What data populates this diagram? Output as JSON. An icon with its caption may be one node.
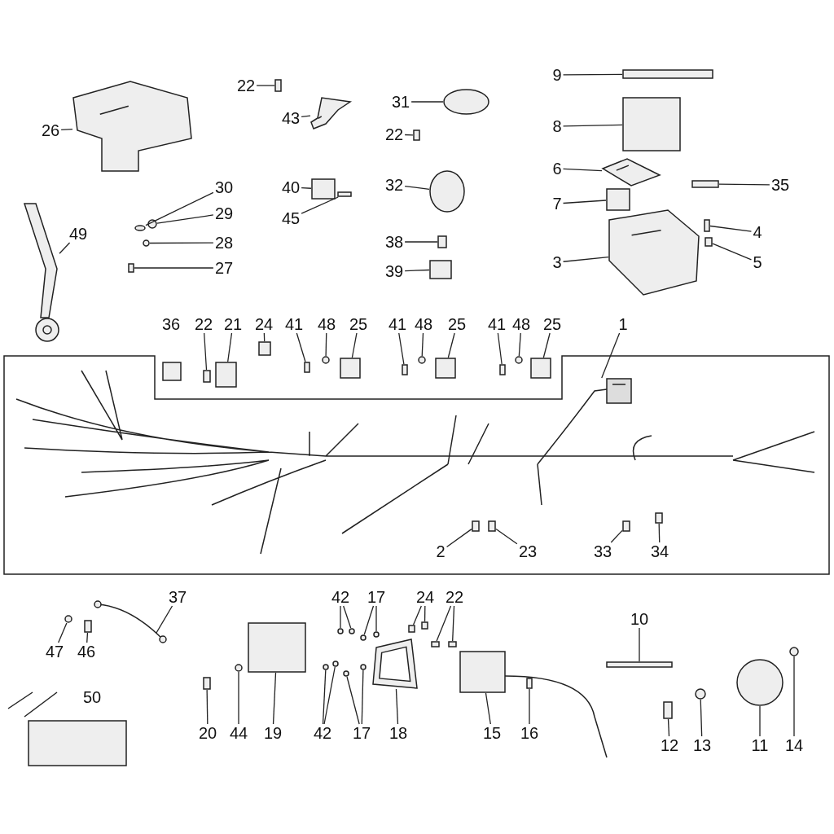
{
  "diagram": {
    "nodes": [
      {
        "text": [
          "22"
        ]
      },
      {
        "text": [
          "43"
        ]
      },
      {
        "text": [
          "31"
        ]
      },
      {
        "text": [
          "22"
        ]
      },
      {
        "text": [
          "40"
        ]
      },
      {
        "text": [
          "45"
        ]
      },
      {
        "text": [
          "32"
        ]
      },
      {
        "text": [
          "38"
        ]
      },
      {
        "text": [
          "39"
        ]
      },
      {
        "text": [
          "9"
        ]
      },
      {
        "text": [
          "8"
        ]
      },
      {
        "text": [
          "6"
        ]
      },
      {
        "text": [
          "7"
        ]
      },
      {
        "text": [
          "35"
        ]
      },
      {
        "text": [
          "4"
        ]
      },
      {
        "text": [
          "5"
        ]
      },
      {
        "text": [
          "3"
        ]
      },
      {
        "text": [
          "26"
        ]
      },
      {
        "text": [
          "30"
        ]
      },
      {
        "text": [
          "29"
        ]
      },
      {
        "text": [
          "28"
        ]
      },
      {
        "text": [
          "27"
        ]
      },
      {
        "text": [
          "49"
        ]
      },
      {
        "text": [
          "22"
        ]
      },
      {
        "text": [
          "21"
        ]
      },
      {
        "text": [
          "24"
        ]
      },
      {
        "text": [
          "41"
        ]
      },
      {
        "text": [
          "48"
        ]
      },
      {
        "text": [
          "25"
        ]
      },
      {
        "text": [
          "41"
        ]
      },
      {
        "text": [
          "48"
        ]
      },
      {
        "text": [
          "25"
        ]
      },
      {
        "text": [
          "41"
        ]
      },
      {
        "text": [
          "48"
        ]
      },
      {
        "text": [
          "25"
        ]
      },
      {
        "text": [
          "1"
        ]
      },
      {
        "text": [
          "2"
        ]
      },
      {
        "text": [
          "23"
        ]
      },
      {
        "text": [
          "33"
        ]
      },
      {
        "text": [
          "34"
        ]
      },
      {
        "text": [
          "37"
        ]
      },
      {
        "text": [
          "47"
        ]
      },
      {
        "text": [
          "46"
        ]
      },
      {
        "text": [
          "42"
        ]
      },
      {
        "text": [
          "17"
        ]
      },
      {
        "text": [
          "24"
        ]
      },
      {
        "text": [
          "22"
        ]
      },
      {
        "text": [
          "10"
        ]
      },
      {
        "text": [
          "20"
        ]
      },
      {
        "text": [
          "44"
        ]
      },
      {
        "text": [
          "19"
        ]
      },
      {
        "text": [
          "42"
        ]
      },
      {
        "text": [
          "17"
        ]
      },
      {
        "text": [
          "18"
        ]
      },
      {
        "text": [
          "15"
        ]
      },
      {
        "text": [
          "16"
        ]
      },
      {
        "text": [
          "12"
        ]
      },
      {
        "text": [
          "13"
        ]
      },
      {
        "text": [
          "11"
        ]
      },
      {
        "text": [
          "14"
        ]
      },
      {
        "text": [
          "36"
        ]
      },
      {
        "text": [
          "50"
        ]
      },
      {
        "text": [],
        "shape": "box"
      },
      {
        "text": [],
        "shape": "picture"
      },
      {
        "text": [],
        "shape": "circle"
      },
      {
        "text": [],
        "shape": "box"
      },
      {
        "text": [],
        "shape": "box"
      },
      {
        "text": [],
        "shape": "box"
      },
      {
        "text": [],
        "shape": "circle"
      },
      {
        "text": [],
        "shape": "box"
      },
      {
        "text": [],
        "shape": "box"
      },
      {
        "text": [],
        "shape": "box"
      },
      {
        "text": [],
        "shape": "box"
      },
      {
        "text": [],
        "shape": "picture"
      },
      {
        "text": [],
        "shape": "box"
      },
      {
        "text": [],
        "shape": "box"
      },
      {
        "text": [],
        "shape": "box"
      },
      {
        "text": [],
        "shape": "box"
      },
      {
        "text": [],
        "shape": "picture"
      },
      {
        "text": [],
        "shape": "picture"
      },
      {
        "text": [],
        "shape": "circle"
      },
      {
        "text": [],
        "shape": "circle"
      },
      {
        "text": [],
        "shape": "circle"
      },
      {
        "text": [],
        "shape": "box"
      },
      {
        "text": [],
        "shape": "picture"
      },
      {
        "text": [],
        "shape": "box"
      },
      {
        "text": [],
        "shape": "box"
      },
      {
        "text": [],
        "shape": "box"
      },
      {
        "text": [],
        "shape": "box"
      },
      {
        "text": [],
        "shape": "circle"
      },
      {
        "text": [],
        "shape": "box"
      },
      {
        "text": [],
        "shape": "box"
      },
      {
        "text": [],
        "shape": "circle"
      },
      {
        "text": [],
        "shape": "box"
      },
      {
        "text": [],
        "shape": "box"
      },
      {
        "text": [],
        "shape": "circle"
      },
      {
        "text": [],
        "shape": "box"
      },
      {
        "text": [],
        "shape": "picture"
      },
      {
        "text": [],
        "shape": "box"
      },
      {
        "text": [],
        "shape": "box"
      },
      {
        "text": [],
        "shape": "box"
      },
      {
        "text": [],
        "shape": "box"
      },
      {
        "text": [],
        "shape": "picture"
      },
      {
        "text": [],
        "shape": "circle"
      },
      {
        "text": [],
        "shape": "box"
      },
      {
        "text": [],
        "shape": "circle"
      },
      {
        "text": [],
        "shape": "circle"
      },
      {
        "text": [],
        "shape": "circle"
      },
      {
        "text": [],
        "shape": "circle"
      },
      {
        "text": [],
        "shape": "box"
      },
      {
        "text": [],
        "shape": "box"
      },
      {
        "text": [],
        "shape": "box"
      },
      {
        "text": [],
        "shape": "box"
      },
      {
        "text": [],
        "shape": "box"
      },
      {
        "text": [],
        "shape": "box"
      },
      {
        "text": [],
        "shape": "circle"
      },
      {
        "text": [],
        "shape": "box"
      },
      {
        "text": [],
        "shape": "circle"
      },
      {
        "text": [],
        "shape": "circle"
      },
      {
        "text": [],
        "shape": "circle"
      },
      {
        "text": [],
        "shape": "circle"
      },
      {
        "text": [],
        "shape": "picture"
      },
      {
        "text": [],
        "shape": "box"
      },
      {
        "text": [],
        "shape": "box"
      },
      {
        "text": [],
        "shape": "box"
      },
      {
        "text": [],
        "shape": "circle"
      },
      {
        "text": [],
        "shape": "circle"
      },
      {
        "text": [],
        "shape": "circle"
      }
    ],
    "edges": [
      {
        "from": 0,
        "to": 62,
        "arrow": "none"
      },
      {
        "from": 1,
        "to": 63,
        "arrow": "none"
      },
      {
        "from": 2,
        "to": 64,
        "arrow": "none"
      },
      {
        "from": 3,
        "to": 65,
        "arrow": "none"
      },
      {
        "from": 4,
        "to": 66,
        "arrow": "none"
      },
      {
        "from": 5,
        "to": 67,
        "arrow": "none"
      },
      {
        "from": 6,
        "to": 68,
        "arrow": "none"
      },
      {
        "from": 7,
        "to": 69,
        "arrow": "none"
      },
      {
        "from": 8,
        "to": 70,
        "arrow": "none"
      },
      {
        "from": 9,
        "to": 71,
        "arrow": "none"
      },
      {
        "from": 10,
        "to": 72,
        "arrow": "none"
      },
      {
        "from": 11,
        "to": 73,
        "arrow": "none"
      },
      {
        "from": 12,
        "to": 74,
        "arrow": "none"
      },
      {
        "from": 13,
        "to": 75,
        "arrow": "none"
      },
      {
        "from": 14,
        "to": 76,
        "arrow": "none"
      },
      {
        "from": 15,
        "to": 77,
        "arrow": "none"
      },
      {
        "from": 16,
        "to": 78,
        "arrow": "none"
      },
      {
        "from": 17,
        "to": 79,
        "arrow": "none"
      },
      {
        "from": 18,
        "to": 80,
        "arrow": "none"
      },
      {
        "from": 19,
        "to": 81,
        "arrow": "none"
      },
      {
        "from": 20,
        "to": 82,
        "arrow": "none"
      },
      {
        "from": 21,
        "to": 83,
        "arrow": "none"
      },
      {
        "from": 22,
        "to": 84,
        "arrow": "none"
      },
      {
        "from": 23,
        "to": 85,
        "arrow": "none"
      },
      {
        "from": 24,
        "to": 86,
        "arrow": "none"
      },
      {
        "from": 25,
        "to": 87,
        "arrow": "none"
      },
      {
        "from": 26,
        "to": 88,
        "arrow": "none"
      },
      {
        "from": 27,
        "to": 89,
        "arrow": "none"
      },
      {
        "from": 28,
        "to": 90,
        "arrow": "none"
      },
      {
        "from": 29,
        "to": 91,
        "arrow": "none"
      },
      {
        "from": 30,
        "to": 92,
        "arrow": "none"
      },
      {
        "from": 31,
        "to": 93,
        "arrow": "none"
      },
      {
        "from": 32,
        "to": 94,
        "arrow": "none"
      },
      {
        "from": 33,
        "to": 95,
        "arrow": "none"
      },
      {
        "from": 34,
        "to": 96,
        "arrow": "none"
      },
      {
        "from": 35,
        "to": 97,
        "arrow": "none"
      },
      {
        "from": 36,
        "to": 98,
        "arrow": "none"
      },
      {
        "from": 37,
        "to": 99,
        "arrow": "none"
      },
      {
        "from": 38,
        "to": 100,
        "arrow": "none"
      },
      {
        "from": 39,
        "to": 101,
        "arrow": "none"
      },
      {
        "from": 40,
        "to": 102,
        "arrow": "none"
      },
      {
        "from": 41,
        "to": 103,
        "arrow": "none"
      },
      {
        "from": 42,
        "to": 104,
        "arrow": "none"
      },
      {
        "from": 43,
        "to": 105,
        "arrow": "none"
      },
      {
        "from": 43,
        "to": 106,
        "arrow": "none"
      },
      {
        "from": 44,
        "to": 107,
        "arrow": "none"
      },
      {
        "from": 44,
        "to": 108,
        "arrow": "none"
      },
      {
        "from": 45,
        "to": 109,
        "arrow": "none"
      },
      {
        "from": 45,
        "to": 110,
        "arrow": "none"
      },
      {
        "from": 46,
        "to": 111,
        "arrow": "none"
      },
      {
        "from": 46,
        "to": 112,
        "arrow": "none"
      },
      {
        "from": 47,
        "to": 113,
        "arrow": "none"
      },
      {
        "from": 48,
        "to": 114,
        "arrow": "none"
      },
      {
        "from": 49,
        "to": 115,
        "arrow": "none"
      },
      {
        "from": 50,
        "to": 116,
        "arrow": "none"
      },
      {
        "from": 51,
        "to": 117,
        "arrow": "none"
      },
      {
        "from": 51,
        "to": 118,
        "arrow": "none"
      },
      {
        "from": 52,
        "to": 119,
        "arrow": "none"
      },
      {
        "from": 52,
        "to": 120,
        "arrow": "none"
      },
      {
        "from": 53,
        "to": 121,
        "arrow": "none"
      },
      {
        "from": 54,
        "to": 122,
        "arrow": "none"
      },
      {
        "from": 55,
        "to": 123,
        "arrow": "none"
      },
      {
        "from": 56,
        "to": 124,
        "arrow": "none"
      },
      {
        "from": 57,
        "to": 125,
        "arrow": "none"
      },
      {
        "from": 58,
        "to": 126,
        "arrow": "none"
      },
      {
        "from": 59,
        "to": 127,
        "arrow": "none"
      }
    ]
  }
}
